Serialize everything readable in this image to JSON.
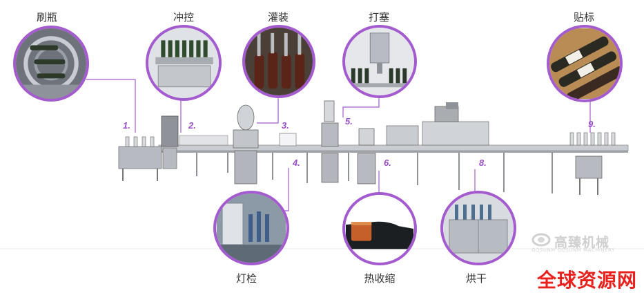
{
  "stations": [
    {
      "id": "brush",
      "label": "刷瓶",
      "number": "1."
    },
    {
      "id": "rinse",
      "label": "冲控",
      "number": "2."
    },
    {
      "id": "fill",
      "label": "灌装",
      "number": "3."
    },
    {
      "id": "light",
      "label": "灯检",
      "number": "4."
    },
    {
      "id": "cork",
      "label": "打塞",
      "number": "5."
    },
    {
      "id": "shrink",
      "label": "热收缩",
      "number": "6."
    },
    {
      "id": "dry",
      "label": "烘干",
      "number": "8."
    },
    {
      "id": "labeling",
      "label": "贴标",
      "number": "9."
    }
  ],
  "logo": {
    "cn": "高臻机械",
    "en": "GOSUNM GOSUNM MACHINERY"
  },
  "brand": "全球资源网",
  "colors": {
    "accent": "#a45bcf",
    "number": "#9b4fc6",
    "brand": "#e8211d",
    "machine": "#b9bcc2"
  }
}
